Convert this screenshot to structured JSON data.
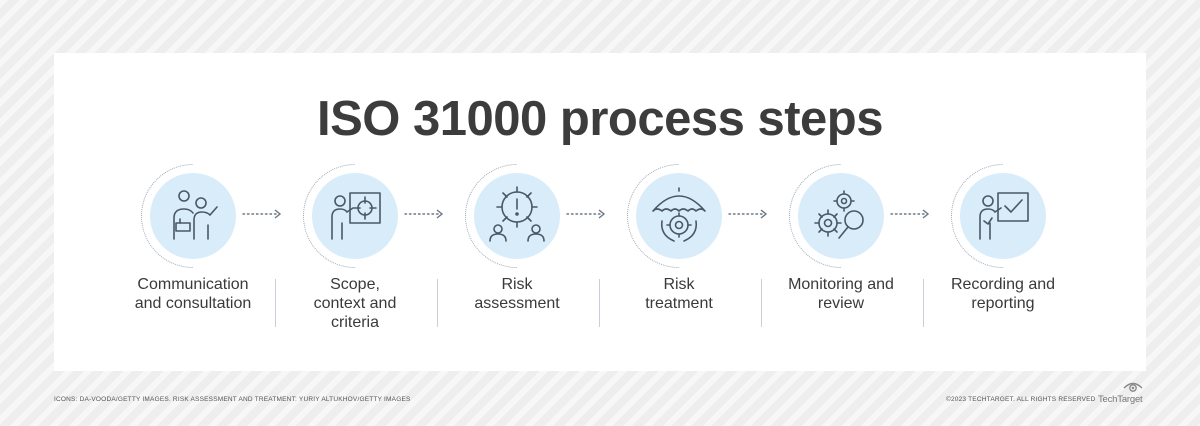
{
  "title": "ISO 31000 process steps",
  "steps": [
    {
      "lines": [
        "Communication",
        "and consultation"
      ],
      "icon": "people-presentation-icon"
    },
    {
      "lines": [
        "Scope,",
        "context and",
        "criteria"
      ],
      "icon": "person-target-board-icon"
    },
    {
      "lines": [
        "Risk",
        "assessment"
      ],
      "icon": "gear-warning-icon"
    },
    {
      "lines": [
        "Risk",
        "treatment"
      ],
      "icon": "umbrella-gear-icon"
    },
    {
      "lines": [
        "Monitoring and",
        "review"
      ],
      "icon": "gears-magnifier-icon"
    },
    {
      "lines": [
        "Recording and",
        "reporting"
      ],
      "icon": "person-checkmark-board-icon"
    }
  ],
  "footer": {
    "credits": "ICONS: DA-VOODA/GETTY IMAGES. RISK ASSESSMENT AND TREATMENT: YURIY ALTUKHOV/GETTY IMAGES",
    "copyright": "©2023 TECHTARGET. ALL RIGHTS RESERVED",
    "logo": "TechTarget"
  },
  "colors": {
    "icon_circle": "#d9ecf9",
    "icon_stroke": "#4a5866",
    "title": "#3c3c3c",
    "background": "#eeeeee"
  }
}
